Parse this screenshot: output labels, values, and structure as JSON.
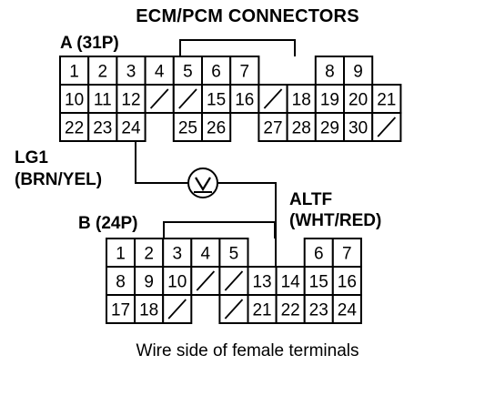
{
  "title": "ECM/PCM CONNECTORS",
  "connector_a": {
    "label": "A (31P)",
    "rows": [
      [
        "1",
        "2",
        "3",
        "4",
        "5",
        "6",
        "7",
        "",
        "8",
        "9"
      ],
      [
        "10",
        "11",
        "12",
        "/",
        "/",
        "15",
        "16",
        "/",
        "18",
        "19",
        "20",
        "21"
      ],
      [
        "22",
        "23",
        "24",
        "",
        "25",
        "26",
        "",
        "27",
        "28",
        "29",
        "30",
        "/"
      ]
    ]
  },
  "connector_b": {
    "label": "B (24P)",
    "rows": [
      [
        "1",
        "2",
        "3",
        "4",
        "5",
        "",
        "6",
        "7"
      ],
      [
        "8",
        "9",
        "10",
        "/",
        "/",
        "13",
        "14",
        "15",
        "16"
      ],
      [
        "17",
        "18",
        "/",
        "",
        "/",
        "21",
        "22",
        "23",
        "24"
      ]
    ]
  },
  "wire_a": {
    "line1": "LG1",
    "line2": "(BRN/YEL)"
  },
  "wire_b": {
    "line1": "ALTF",
    "line2": "(WHT/RED)"
  },
  "meter_icon": "voltmeter-icon",
  "meter_symbol": "V",
  "caption": "Wire side of female terminals"
}
